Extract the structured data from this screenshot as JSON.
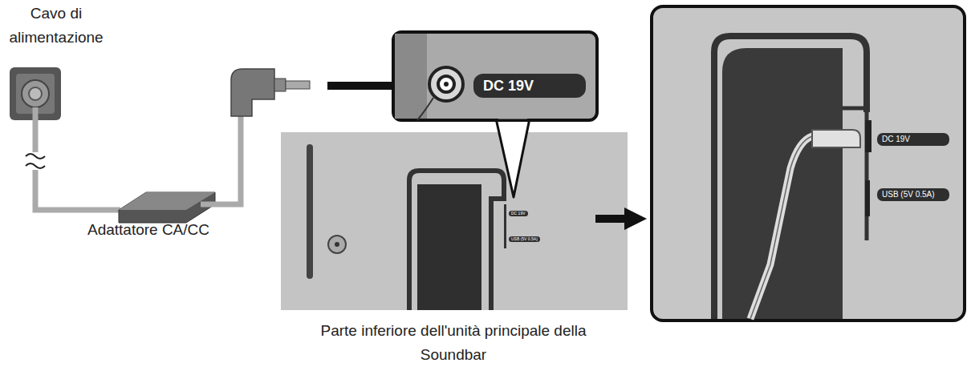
{
  "diagram": {
    "labels": [
      "Cavo di alimentazione",
      "Adattatore CA/CC",
      "DC 19V",
      "DC 19V",
      "USB (5V 0.5A)",
      "Parte inferiore dell'unità principale della Soundbar",
      "DC 19V",
      "USB (5V 0.5A)"
    ]
  }
}
